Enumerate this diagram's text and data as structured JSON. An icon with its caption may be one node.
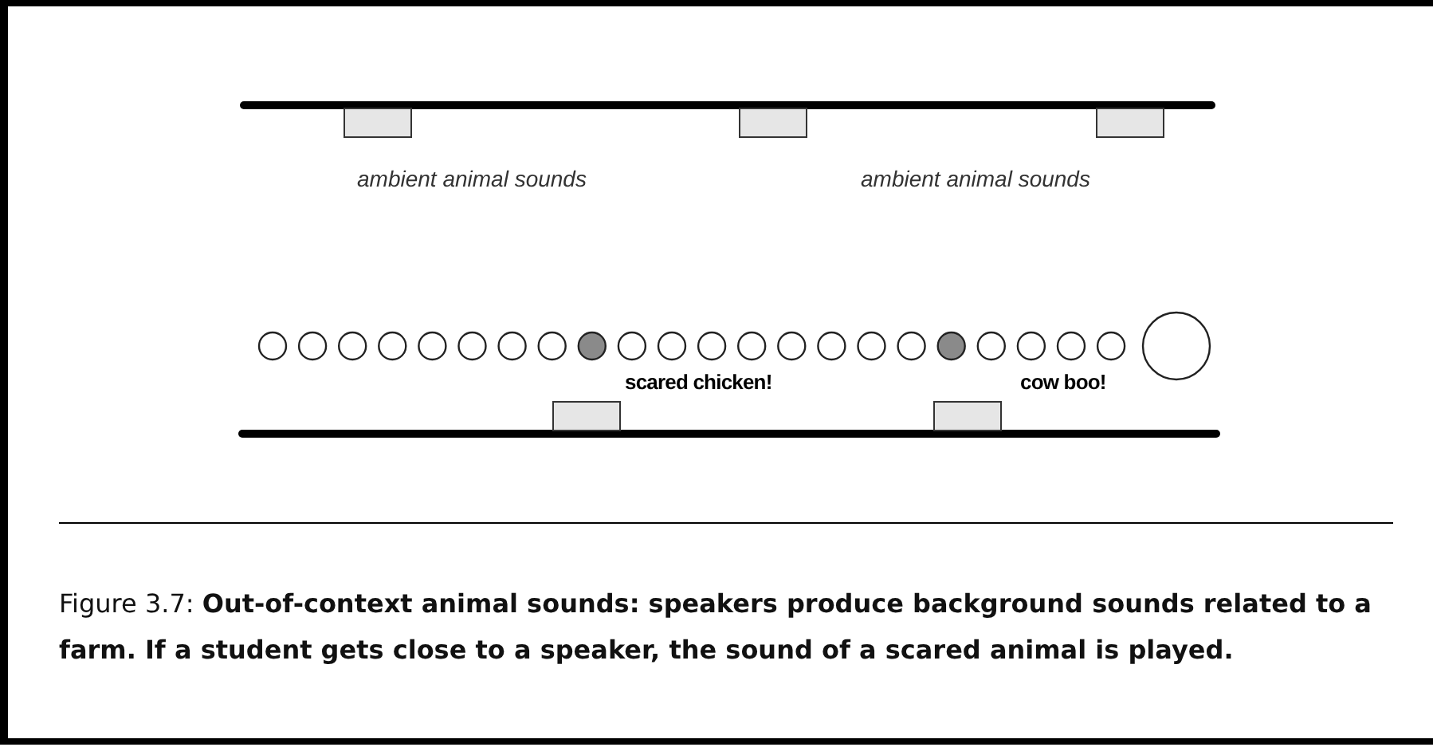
{
  "diagram": {
    "caption": "Figure 3.7: **Out-of-context animal sounds: speakers produce background sounds related to a farm. If a student gets close to a speaker, the sound of a scared animal is played.**",
    "labels": [
      "ambient animal sounds",
      "ambient animal sounds",
      "scared chicken!",
      "cow boo!"
    ]
  }
}
